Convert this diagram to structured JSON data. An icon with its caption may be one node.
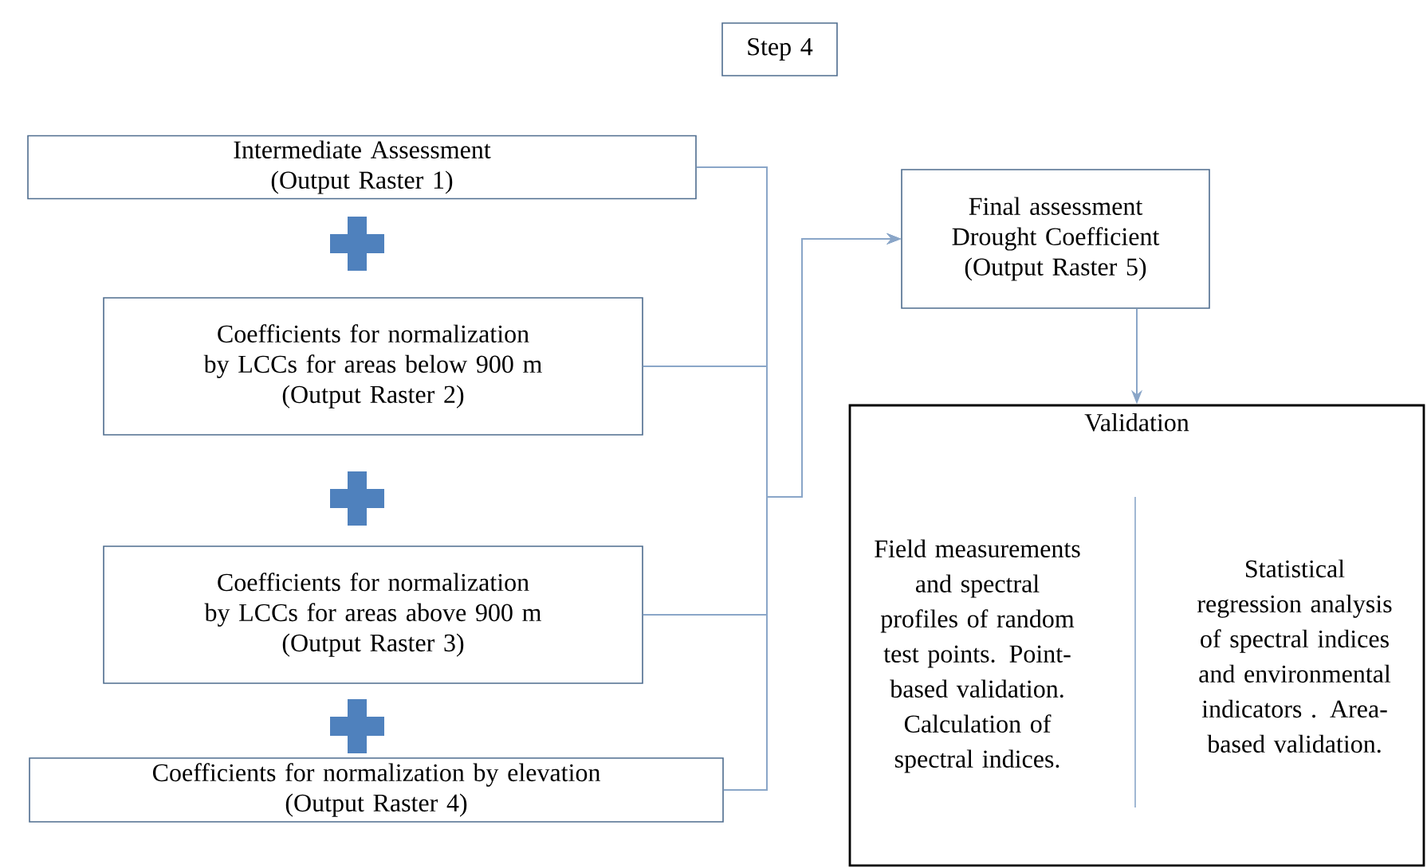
{
  "diagram": {
    "nodes": [
      {
        "text": [
          "Step 4"
        ]
      },
      {
        "text": [
          "Intermediate Assessment",
          "(Output Raster 1)"
        ]
      },
      {
        "text": [
          "Coefficients for normalization by LCCs for areas below 900 m",
          "(Output Raster 2)"
        ]
      },
      {
        "text": [
          "Coefficients for normalization by LCCs for areas above 900 m",
          "(Output Raster 3)"
        ]
      },
      {
        "text": [
          "Coefficients for normalization by elevation",
          "(Output Raster 4)"
        ]
      },
      {
        "text": [
          "Final assessment Drought Coefficient",
          "(Output Raster 5)"
        ]
      },
      {
        "text": [
          "Validation"
        ]
      },
      {
        "text": [
          "Field measurements and spectral profiles of random test points. Point-based validation. Calculation of spectral indices."
        ],
        "in": 6
      },
      {
        "text": [
          "Statistical regression analysis of spectral indices and environmental indicators . Area-based validation."
        ],
        "in": 6
      }
    ],
    "edges": [
      {
        "from": 1,
        "to": 5,
        "arrow": "to"
      },
      {
        "from": 2,
        "to": 5,
        "arrow": "to"
      },
      {
        "from": 3,
        "to": 5,
        "arrow": "to"
      },
      {
        "from": 4,
        "to": 5,
        "arrow": "to"
      },
      {
        "from": 5,
        "to": 6,
        "arrow": "to"
      }
    ]
  }
}
